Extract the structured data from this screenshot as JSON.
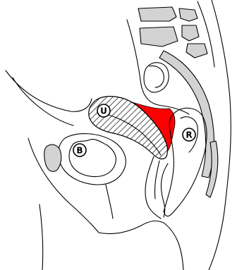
{
  "labels": {
    "uterus": "U",
    "bladder": "B",
    "rectum": "R"
  },
  "colors": {
    "highlight": "#ff0000",
    "bone": "#d3d3d3",
    "line": "#000000",
    "background": "#ffffff"
  }
}
